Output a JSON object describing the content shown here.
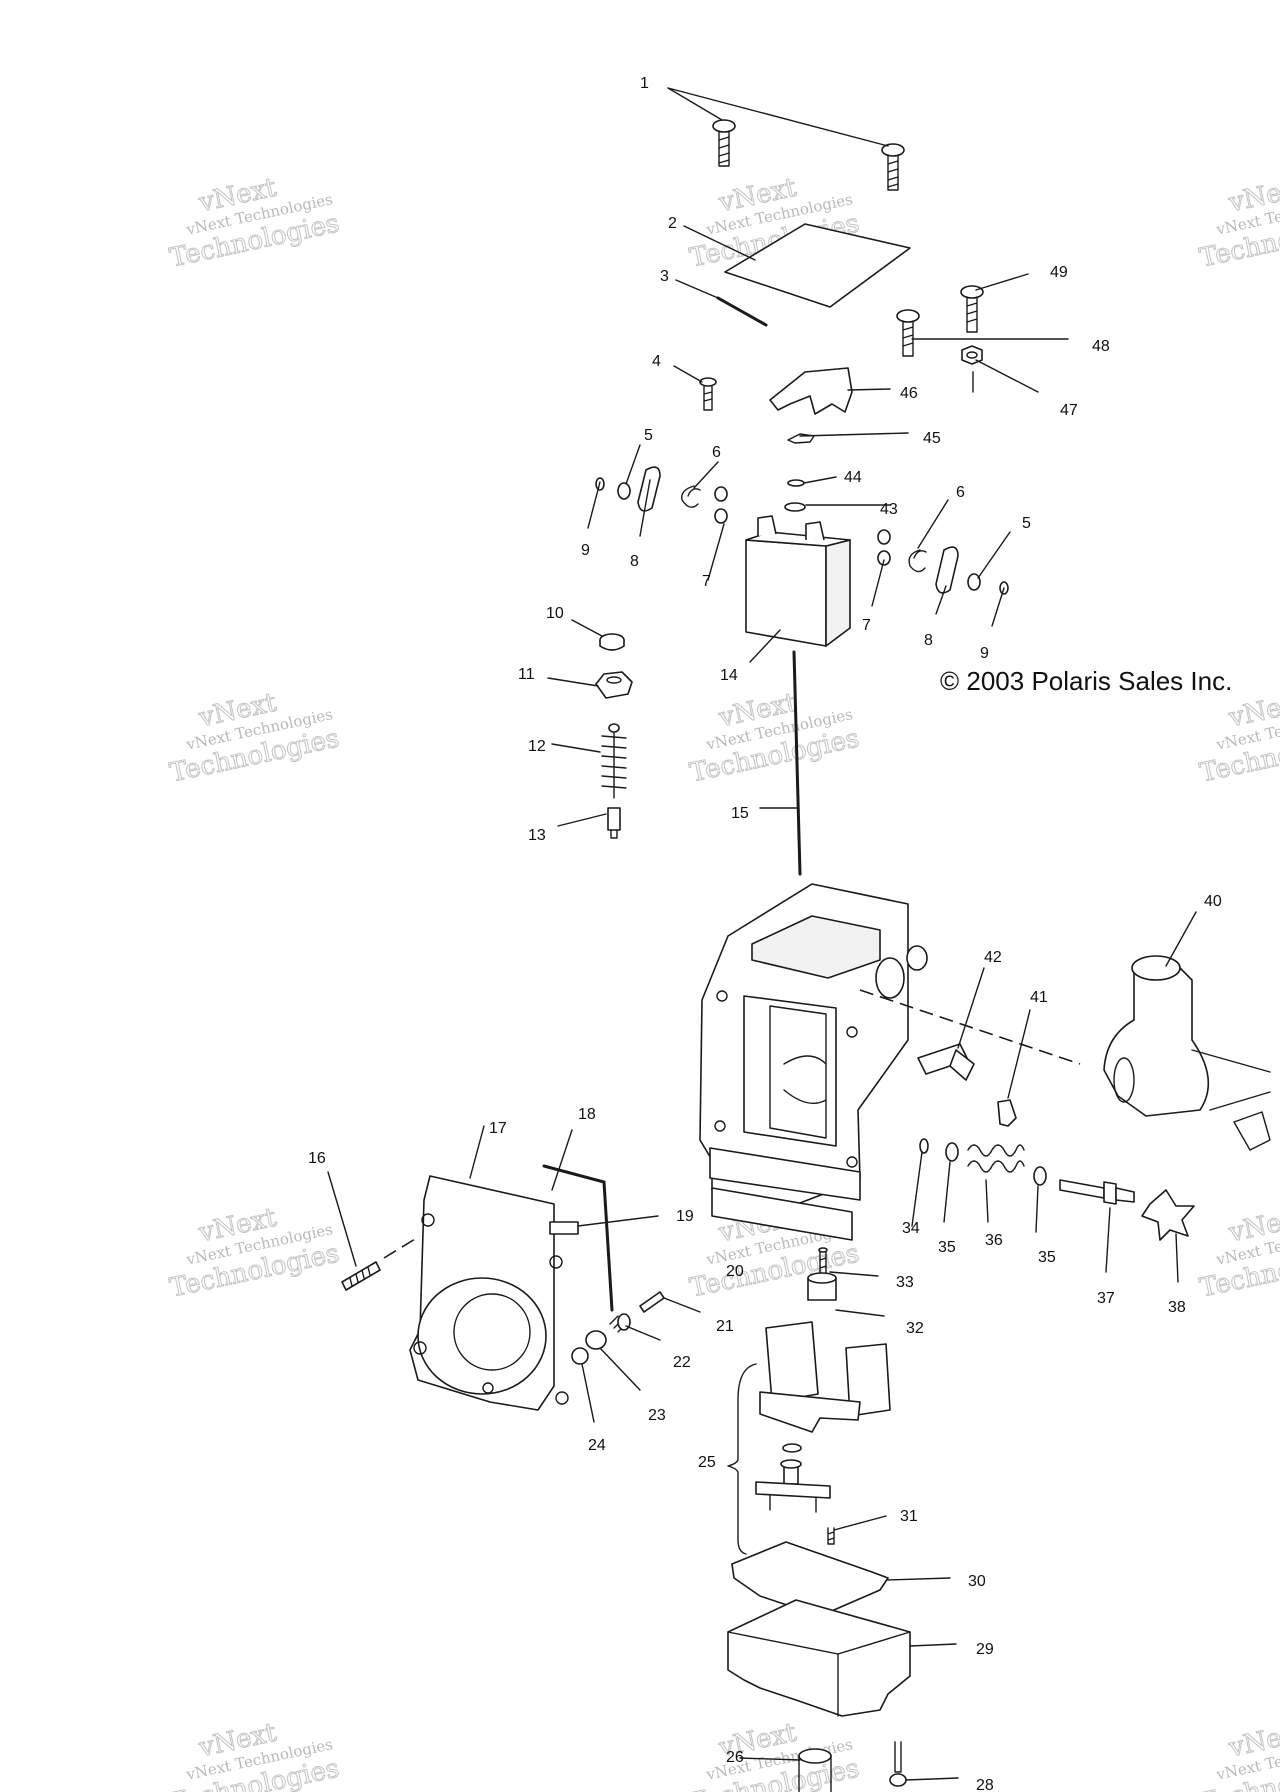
{
  "copyright": "© 2003 Polaris Sales Inc.",
  "watermark": {
    "brand_small": "vNext Technologies",
    "brand_large_1": "vNext",
    "brand_large_2": "Technologies"
  },
  "callouts": [
    "1",
    "2",
    "3",
    "4",
    "5",
    "6",
    "7",
    "8",
    "9",
    "10",
    "11",
    "12",
    "13",
    "14",
    "15",
    "16",
    "17",
    "18",
    "19",
    "20",
    "21",
    "22",
    "23",
    "24",
    "25",
    "26",
    "28",
    "29",
    "30",
    "31",
    "32",
    "33",
    "34",
    "35",
    "36",
    "37",
    "38",
    "40",
    "41",
    "42",
    "43",
    "44",
    "45",
    "46",
    "47",
    "48",
    "49"
  ]
}
